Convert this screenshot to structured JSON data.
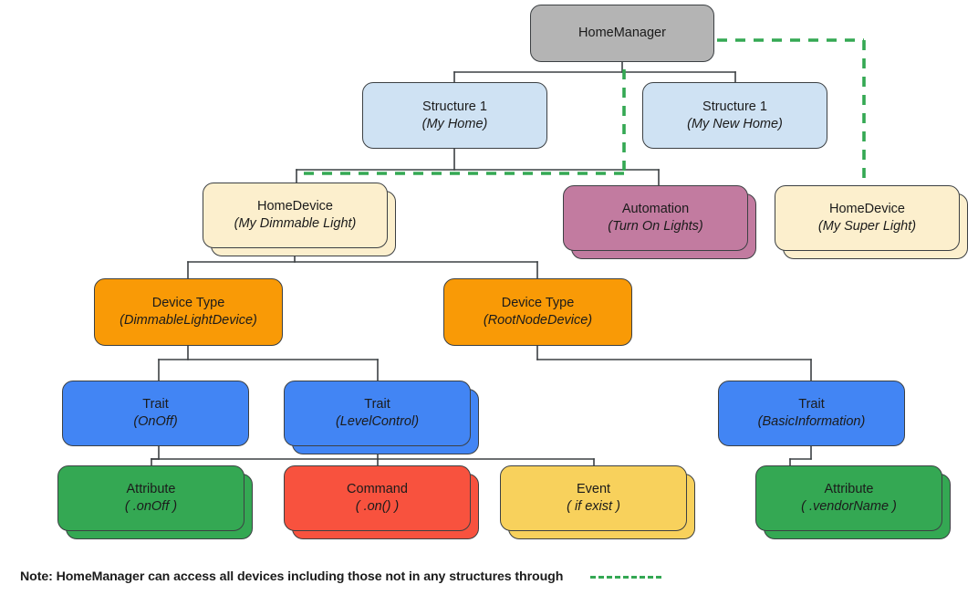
{
  "diagram": {
    "title": "Home APIs object model hierarchy",
    "colors": {
      "home_manager": "#b4b4b4",
      "structure": "#cfe2f3",
      "home_device": "#fcefcd",
      "automation": "#c27ba0",
      "device_type": "#f99a06",
      "trait": "#4285f4",
      "attribute": "#34a853",
      "command": "#f8523e",
      "event": "#f8d15c",
      "connector": "#3c4043",
      "access_link": "#34a853"
    },
    "nodes": {
      "home_manager": {
        "line1": "HomeManager",
        "line2": ""
      },
      "structure_1": {
        "line1": "Structure 1",
        "line2": "(My Home)"
      },
      "structure_2": {
        "line1": "Structure 1",
        "line2": "(My New Home)"
      },
      "device_dimmable": {
        "line1": "HomeDevice",
        "line2": "(My Dimmable Light)"
      },
      "automation": {
        "line1": "Automation",
        "line2": "(Turn On Lights)"
      },
      "device_super": {
        "line1": "HomeDevice",
        "line2": "(My Super Light)"
      },
      "devtype_dimmable": {
        "line1": "Device Type",
        "line2": "(DimmableLightDevice)"
      },
      "devtype_root": {
        "line1": "Device Type",
        "line2": "(RootNodeDevice)"
      },
      "trait_onoff": {
        "line1": "Trait",
        "line2": "(OnOff)"
      },
      "trait_level": {
        "line1": "Trait",
        "line2": "(LevelControl)"
      },
      "trait_basic": {
        "line1": "Trait",
        "line2": "(BasicInformation)"
      },
      "attr_onoff": {
        "line1": "Attribute",
        "line2": "( .onOff )"
      },
      "command_on": {
        "line1": "Command",
        "line2": "( .on() )"
      },
      "event_ifexist": {
        "line1": "Event",
        "line2": "( if exist )"
      },
      "attr_vendor": {
        "line1": "Attribute",
        "line2": "( .vendorName )"
      }
    },
    "note": {
      "text": "Note: HomeManager can access all devices including those not in any structures through"
    }
  }
}
